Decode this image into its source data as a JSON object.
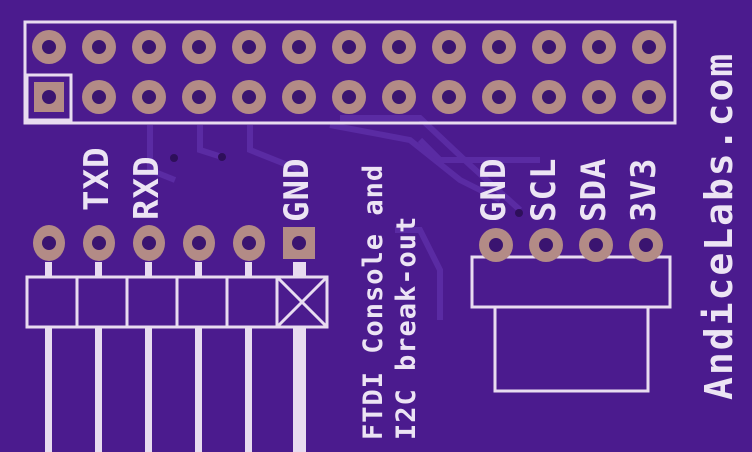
{
  "labels": {
    "left_pins": [
      "TXD",
      "RXD",
      "GND"
    ],
    "right_pins": [
      "GND",
      "SCL",
      "SDA",
      "3V3"
    ],
    "description_line1": "FTDI Console and",
    "description_line2": "I2C break-out",
    "brand": "AndiceLabs.com"
  },
  "colors": {
    "board": "#4b1b8e",
    "trace": "#5a2ba3",
    "silkscreen": "#e8dcf0",
    "pad_copper": "#b38b86",
    "pad_hole": "#3a1470"
  }
}
